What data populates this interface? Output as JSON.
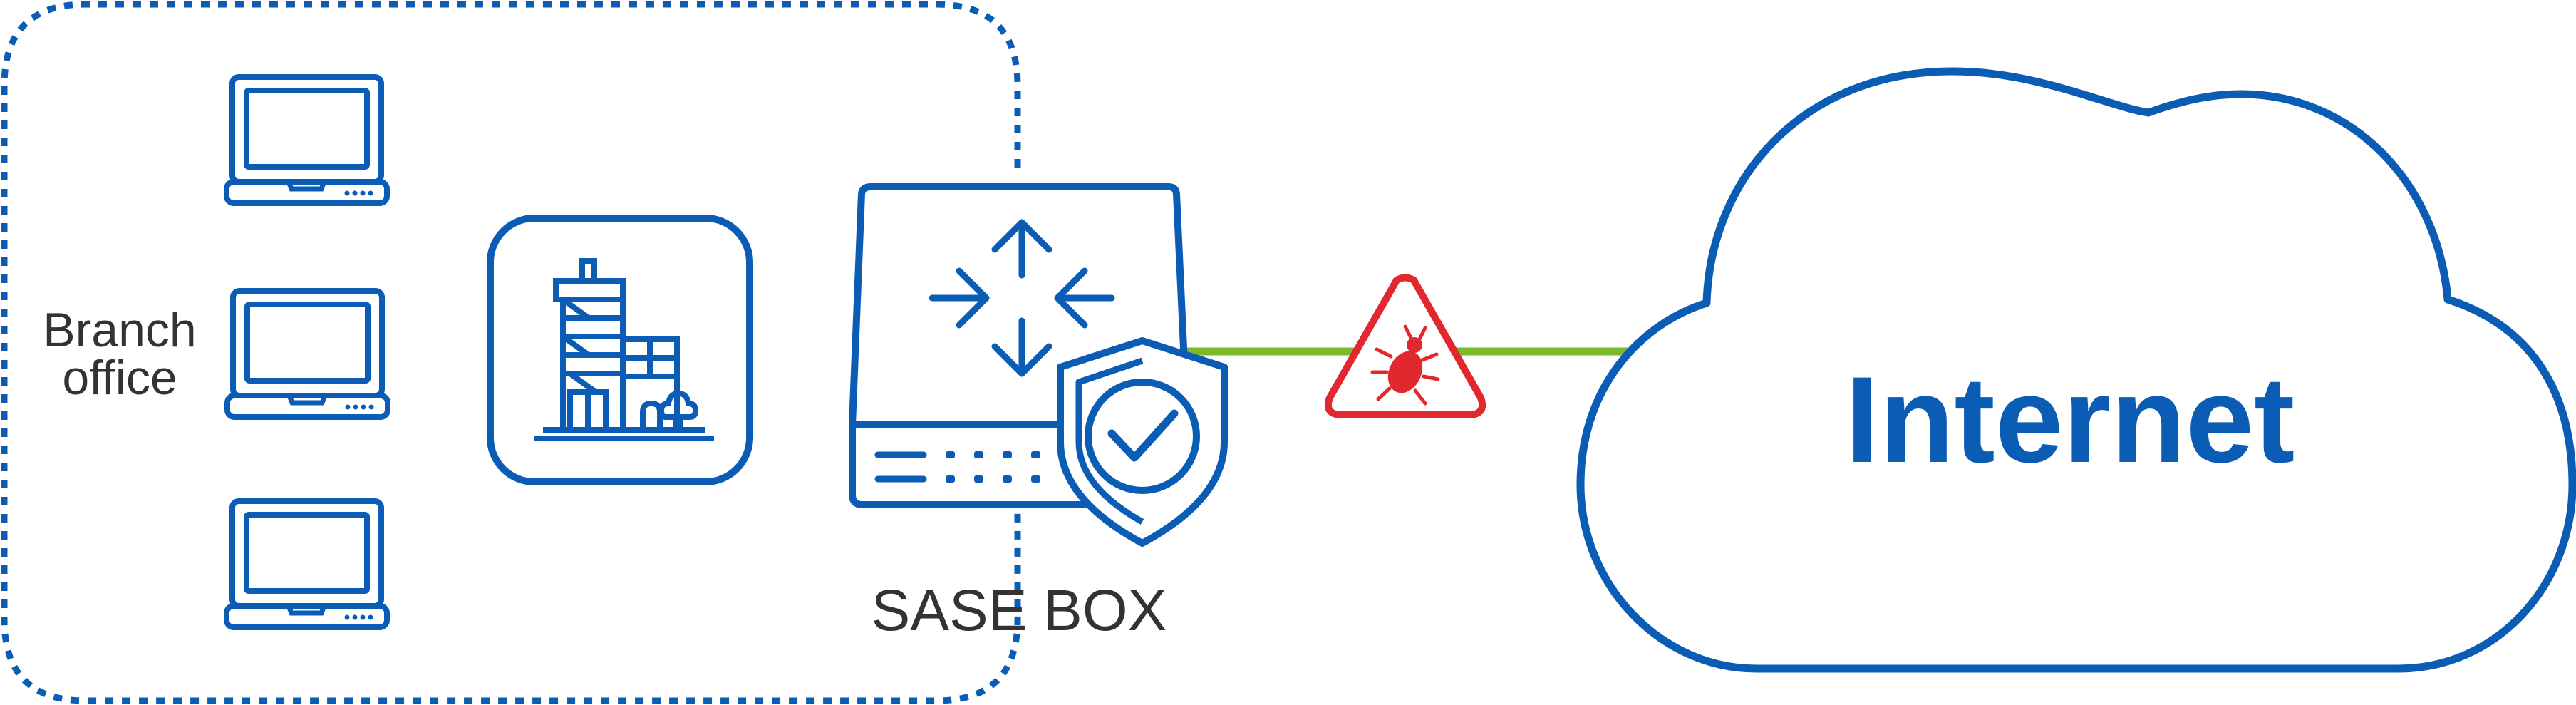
{
  "labels": {
    "branch_line1": "Branch",
    "branch_line2": "office",
    "sase": "SASE BOX",
    "internet": "Internet"
  },
  "icons": {
    "laptops": [
      "laptop-icon",
      "laptop-icon",
      "laptop-icon"
    ],
    "building": "building-icon",
    "router": "router-icon",
    "shield": "shield-check-icon",
    "threat": "bug-warning-icon",
    "cloud": "cloud-icon"
  },
  "colors": {
    "primary_blue": "#0a5cb5",
    "link_green": "#7ab929",
    "threat_red": "#e0282e",
    "text_dark": "#333333"
  }
}
